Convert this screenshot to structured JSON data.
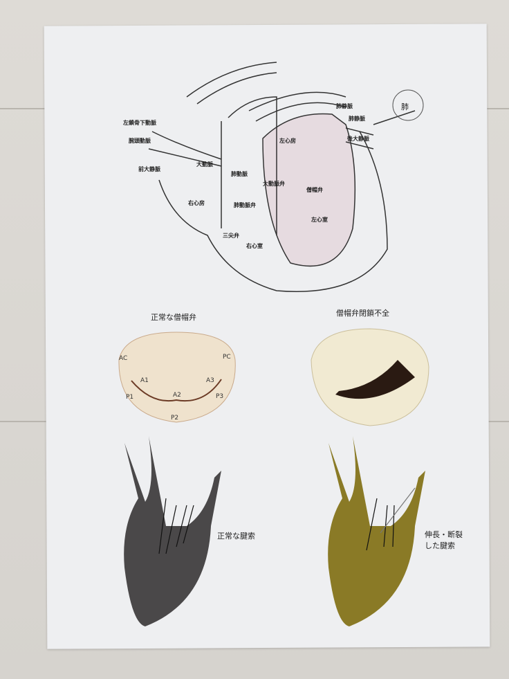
{
  "heart_labels": {
    "left_subclavian_artery": "左鎖骨下動脈",
    "brachiocephalic_artery": "腕頭動脈",
    "anterior_vena_cava": "前大静脈",
    "aorta": "大動脈",
    "pulmonary_artery": "肺動脈",
    "left_atrium": "左心房",
    "aortic_valve": "大動脈弁",
    "mitral_valve": "僧帽弁",
    "right_atrium": "右心房",
    "pulmonary_valve": "肺動脈弁",
    "tricuspid_valve": "三尖弁",
    "right_ventricle": "右心室",
    "left_ventricle": "左心室",
    "pulmonary_vein_1": "肺静脈",
    "pulmonary_vein_2": "肺静脈",
    "posterior_vena_cava": "後大静脈",
    "handwritten_lung": "肺"
  },
  "valves": {
    "normal_title": "正常な僧帽弁",
    "regurgitation_title": "僧帽弁閉鎖不全",
    "segments": [
      "AC",
      "PC",
      "A1",
      "A2",
      "A3",
      "P1",
      "P2",
      "P3"
    ]
  },
  "chordae": {
    "normal_label": "正常な腱索",
    "damaged_label_line1": "伸長・断裂",
    "damaged_label_line2": "した腱索"
  },
  "colors": {
    "normal_heart": "#4a4849",
    "damaged_heart": "#8a7a26",
    "atrium_fill": "#e6dbe0"
  }
}
